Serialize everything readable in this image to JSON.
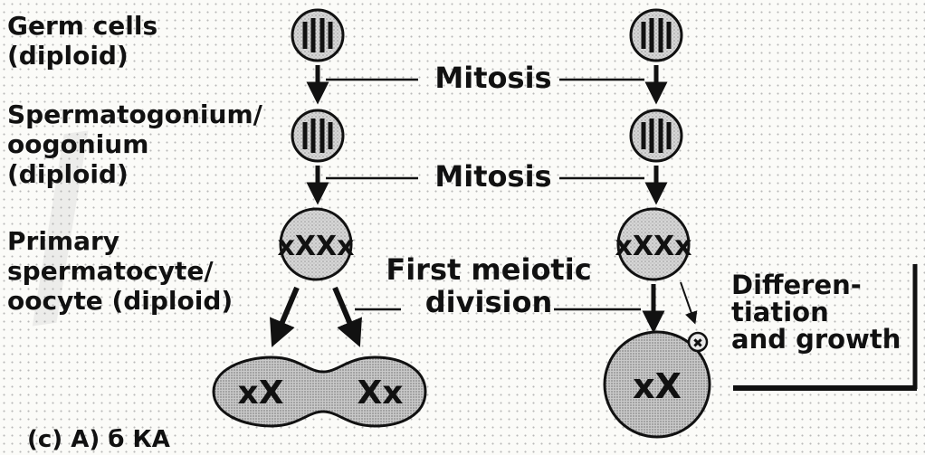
{
  "labels": {
    "germ_cells": [
      "Germ cells",
      "(diploid)"
    ],
    "spermatogonium": [
      "Spermatogonium/",
      "oogonium",
      "(diploid)"
    ],
    "primary": [
      "Primary",
      "spermatocyte/",
      "oocyte (diploid)"
    ]
  },
  "processes": {
    "mitosis_1": "Mitosis",
    "mitosis_2": "Mitosis",
    "first_meiotic": [
      "First meiotic",
      "division"
    ]
  },
  "side_label": [
    "Differen-",
    "tiation",
    "and growth"
  ],
  "bottom_partial": "(с) А) б КА",
  "colors": {
    "ink": "#111111",
    "cell_fill": "#cfcfcf",
    "background": "#fbfbf8"
  }
}
